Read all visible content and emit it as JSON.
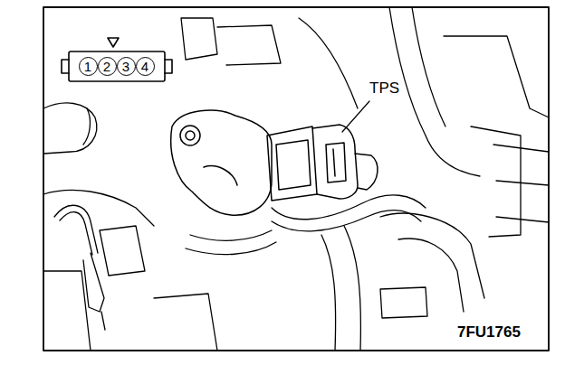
{
  "diagram": {
    "nodes": [
      {
        "text": [
          "1"
        ]
      },
      {
        "text": [
          "2"
        ]
      },
      {
        "text": [
          "3"
        ]
      },
      {
        "text": [
          "4"
        ]
      }
    ],
    "labels": [
      "TPS",
      "7FU1765"
    ]
  }
}
